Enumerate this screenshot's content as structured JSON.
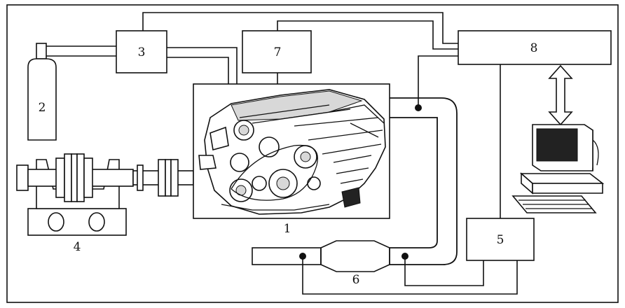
{
  "components": [
    {
      "id": "engine",
      "number": "1"
    },
    {
      "id": "gas-cylinder",
      "number": "2"
    },
    {
      "id": "gas-mixer",
      "number": "3"
    },
    {
      "id": "dynamometer",
      "number": "4"
    },
    {
      "id": "gas-analyzer",
      "number": "5"
    },
    {
      "id": "catalytic-converter",
      "number": "6"
    },
    {
      "id": "ecu-unit",
      "number": "7"
    },
    {
      "id": "control-unit",
      "number": "8"
    }
  ],
  "colors": {
    "line": "#111111",
    "background": "#ffffff",
    "screen": "#1a1a1a"
  },
  "icons": [
    "engine-illustration",
    "computer-workstation-icon",
    "double-arrow-icon",
    "gas-bottle-icon"
  ]
}
